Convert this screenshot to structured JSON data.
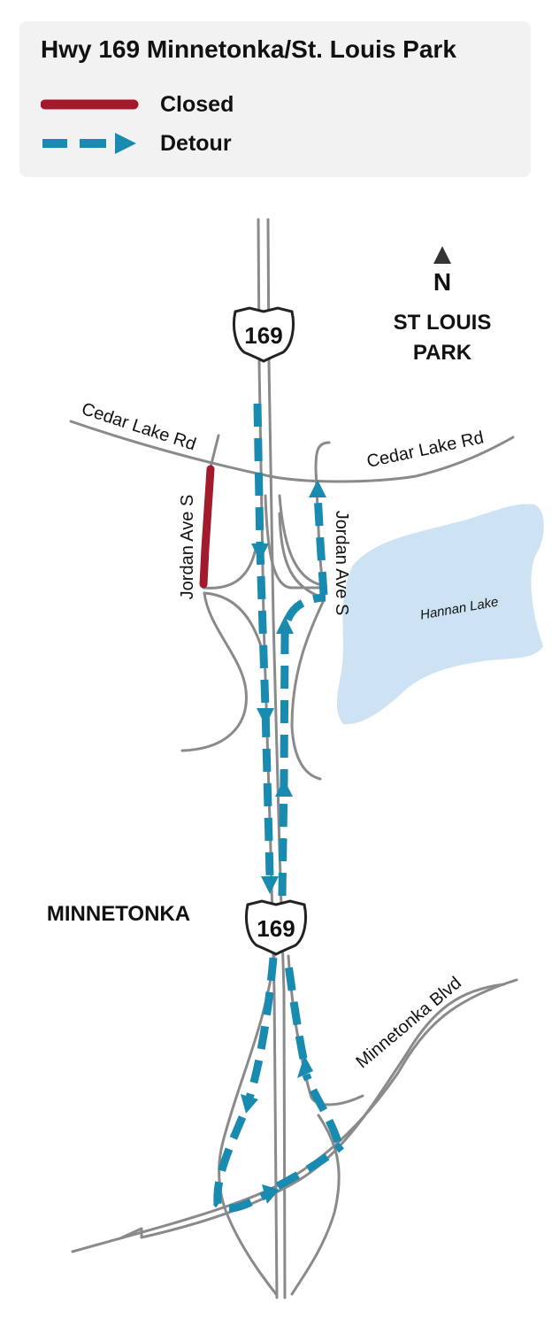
{
  "legend": {
    "title": "Hwy 169 Minnetonka/St. Louis Park",
    "closed_label": "Closed",
    "detour_label": "Detour",
    "colors": {
      "closed": "#a31a2c",
      "detour": "#1a8bb0"
    }
  },
  "map": {
    "north_label": "N",
    "north_icon": "north-arrow-icon",
    "city_north_line1": "ST LOUIS",
    "city_north_line2": "PARK",
    "city_south": "MINNETONKA",
    "highway_shield_text": "169",
    "road_cedar_lake_west": "Cedar Lake Rd",
    "road_cedar_lake_east": "Cedar Lake Rd",
    "road_jordan_west": "Jordan Ave S",
    "road_jordan_east": "Jordan Ave S",
    "road_minnetonka_blvd": "Minnetonka Blvd",
    "lake_name": "Hannan Lake",
    "colors": {
      "road": "#8a8a8a",
      "lake": "#cde3f3",
      "lake_label": "#2a4a6a"
    }
  }
}
